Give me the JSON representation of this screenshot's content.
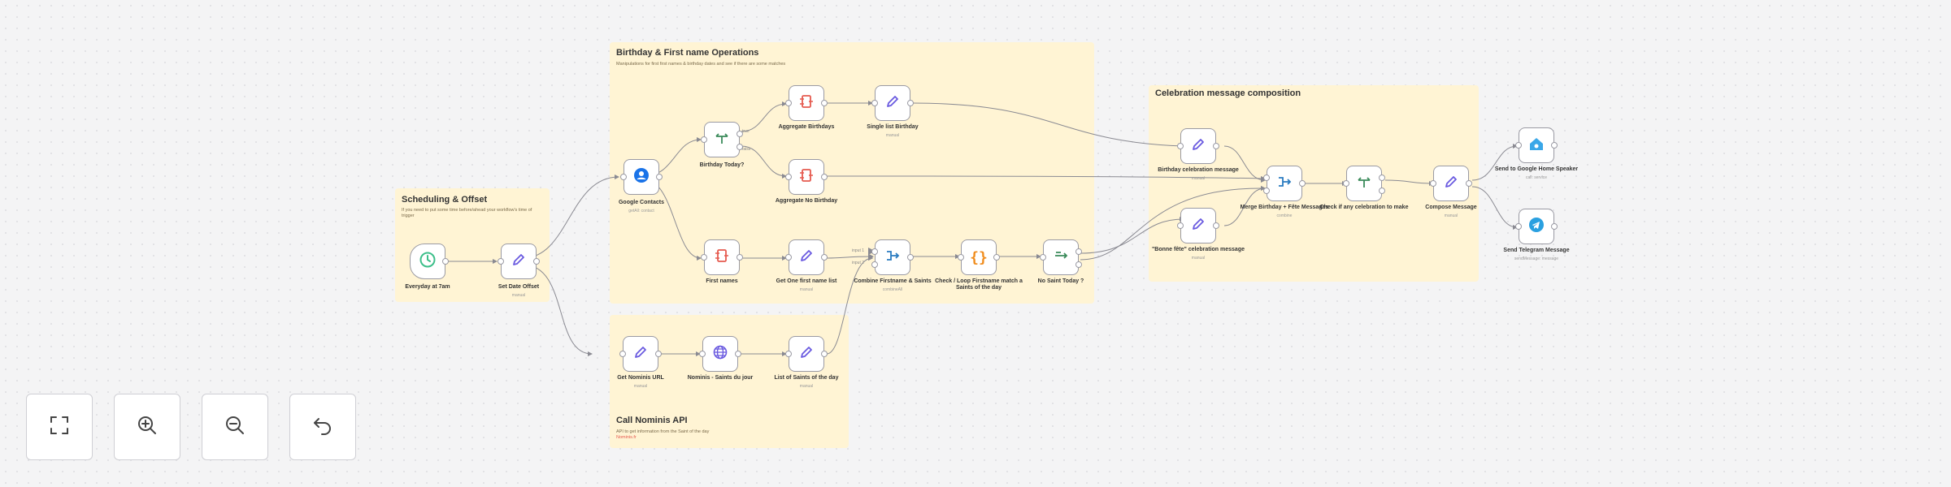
{
  "sticky_notes": {
    "scheduling": {
      "title": "Scheduling & Offset",
      "description": "If you need to put some time before/ahead your workflow's time of trigger"
    },
    "birthday": {
      "title": "Birthday & First name Operations",
      "description": "Manipulations for first first names & birthday dates and see if there are some matches"
    },
    "celebration": {
      "title": "Celebration message composition",
      "description": ""
    },
    "nominis": {
      "title": "Call Nominis API",
      "description": "API to get information from the Saint of the day",
      "link": "Nominis.fr"
    }
  },
  "nodes": {
    "everyday": {
      "label": "Everyday at 7am",
      "sub": ""
    },
    "set_offset": {
      "label": "Set Date Offset",
      "sub": "manual"
    },
    "google_contacts": {
      "label": "Google Contacts",
      "sub": "getAll: contact"
    },
    "birthday_today": {
      "label": "Birthday Today?",
      "sub": ""
    },
    "aggregate_birthdays": {
      "label": "Aggregate Birthdays",
      "sub": ""
    },
    "single_list_birthday": {
      "label": "Single list Birthday",
      "sub": "manual"
    },
    "aggregate_no_birthday": {
      "label": "Aggregate No Birthday",
      "sub": ""
    },
    "first_names": {
      "label": "First names",
      "sub": ""
    },
    "get_one_first_name": {
      "label": "Get One first name list",
      "sub": "manual"
    },
    "combine": {
      "label": "Combine Firstname & Saints",
      "sub": "combineAll"
    },
    "check_loop": {
      "label": "Check / Loop Firstname match a Saints of the day",
      "sub": ""
    },
    "no_saint": {
      "label": "No Saint Today ?",
      "sub": ""
    },
    "get_nominis_url": {
      "label": "Get Nominis URL",
      "sub": "manual"
    },
    "nominis_request": {
      "label": "Nominis - Saints du jour",
      "sub": ""
    },
    "list_saints": {
      "label": "List of Saints of the day",
      "sub": "manual"
    },
    "birthday_message": {
      "label": "Birthday celebration message",
      "sub": "manual"
    },
    "saint_message": {
      "label": "\"Bonne fête\" celebration message",
      "sub": "manual"
    },
    "merge": {
      "label": "Merge Birthday + Fête Messages",
      "sub": "combine"
    },
    "check_any": {
      "label": "Check if any celebration to make",
      "sub": ""
    },
    "compose": {
      "label": "Compose Message",
      "sub": "manual"
    },
    "google_home": {
      "label": "Send to Google Home Speaker",
      "sub": "call: service"
    },
    "telegram": {
      "label": "Send Telegram Message",
      "sub": "sendMessage: message"
    }
  },
  "edge_labels": {
    "true": "true",
    "false": "false",
    "input1": "input 1",
    "input2": "input 2"
  },
  "controls": {
    "fit": "fit-view",
    "zoom_in": "zoom-in",
    "zoom_out": "zoom-out",
    "undo": "undo"
  },
  "colors": {
    "sticky_bg": "#fff4d4",
    "edge": "#8a8a92",
    "trigger_green": "#3dbf8a",
    "edit_purple": "#6a5ae0",
    "aggregate_red": "#e55a4f",
    "if_green": "#3a8a5a",
    "merge_blue": "#2a7bc0",
    "code_orange": "#f08c1c",
    "contacts_blue": "#1a73e8",
    "telegram_blue": "#2aa0e0",
    "home_blue": "#3aa7e8"
  }
}
